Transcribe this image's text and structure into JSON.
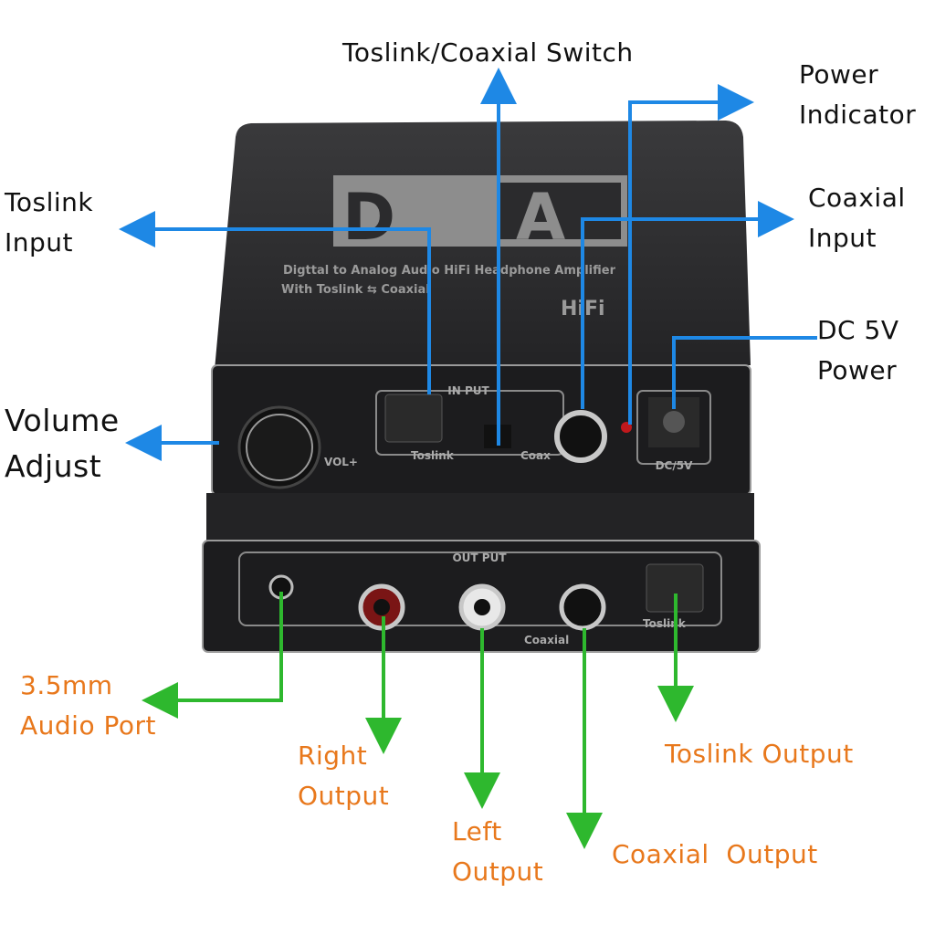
{
  "labels": {
    "switch": "Toslink/Coaxial Switch",
    "power_indicator": [
      "Power",
      "Indicator"
    ],
    "toslink_input": [
      "Toslink",
      "Input"
    ],
    "coaxial_input": [
      "Coaxial",
      "Input"
    ],
    "dc_power": [
      "DC 5V",
      "Power"
    ],
    "volume": [
      "Volume",
      "Adjust"
    ],
    "audio_port": [
      "3.5mm",
      "Audio Port"
    ],
    "right_output": [
      "Right",
      "Output"
    ],
    "left_output": [
      "Left",
      "Output"
    ],
    "toslink_output": "Toslink Output",
    "coaxial_output": "Coaxial  Output"
  },
  "device": {
    "logo": "D⇄A",
    "subtitle": "Digttal to Analog Audio HiFi Headphone Amplifier",
    "subtitle2": "With Toslink ⇆ Coaxial",
    "hifi": "HiFi",
    "input_label": "IN PUT",
    "toslink_label": "Toslink",
    "coax_label": "Coax",
    "vol_label": "VOL+",
    "dc_label": "DC/5V",
    "output_label": "OUT  PUT",
    "coaxial_out_label": "Coaxial",
    "toslink_out_label": "Toslink"
  },
  "colors": {
    "input_arrows": "#1e88e5",
    "output_arrows": "#2eb82e",
    "output_text": "#e8781c",
    "device": "#2b2b2d"
  }
}
